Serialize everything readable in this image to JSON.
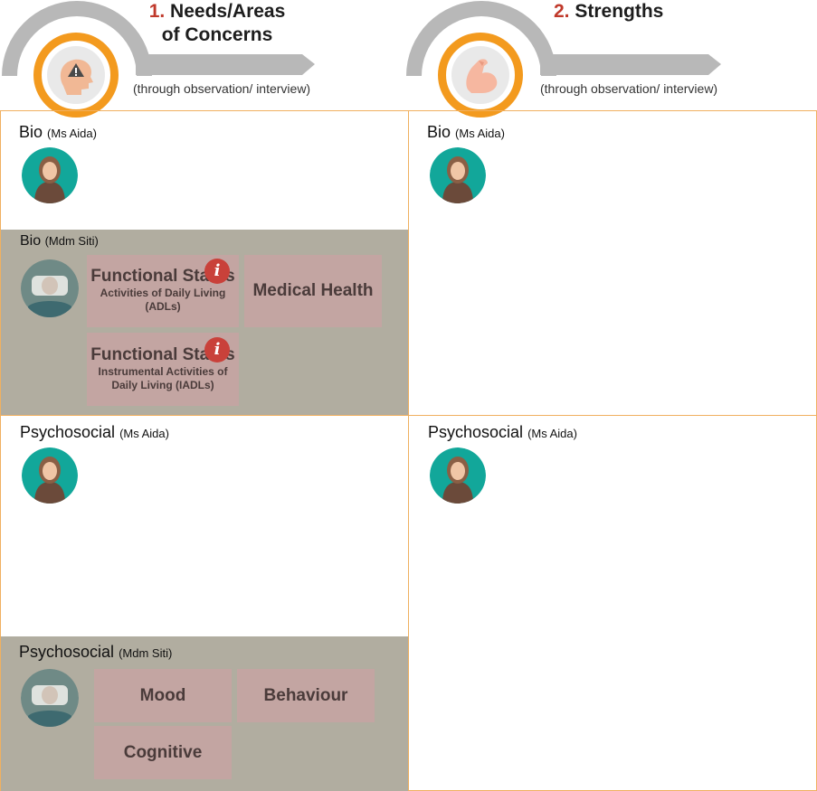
{
  "header": {
    "needs": {
      "number": "1.",
      "title_line1": "Needs/Areas",
      "title_line2": "of Concerns",
      "subtitle": "(through observation/ interview)",
      "icon": "head-warning-icon"
    },
    "strengths": {
      "number": "2.",
      "title": "Strengths",
      "subtitle": "(through observation/ interview)",
      "icon": "flexed-arm-icon"
    }
  },
  "colors": {
    "accent_orange": "#f39a1e",
    "number_red": "#c0392b",
    "grey_panel": "#b1ada0",
    "tile": "#c3a5a2",
    "info_red": "#c9413a",
    "teal": "#12a79a"
  },
  "needs": {
    "bio_aida": {
      "label": "Bio",
      "who": "(Ms Aida)"
    },
    "bio_siti": {
      "label": "Bio",
      "who": "(Mdm Siti)",
      "tiles": [
        {
          "title": "Functional Status",
          "subtitle": "Activities of Daily Living (ADLs)",
          "info": "i"
        },
        {
          "title": "Medical Health"
        },
        {
          "title": "Functional Status",
          "subtitle": "Instrumental Activities of Daily Living (IADLs)",
          "info": "i"
        }
      ]
    },
    "psy_aida": {
      "label": "Psychosocial",
      "who": "(Ms Aida)"
    },
    "psy_siti": {
      "label": "Psychosocial",
      "who": "(Mdm Siti)",
      "tiles": [
        {
          "title": "Mood"
        },
        {
          "title": "Behaviour"
        },
        {
          "title": "Cognitive"
        }
      ]
    }
  },
  "strengths": {
    "bio_aida": {
      "label": "Bio",
      "who": "(Ms Aida)"
    },
    "psy_aida": {
      "label": "Psychosocial",
      "who": "(Ms Aida)"
    }
  }
}
